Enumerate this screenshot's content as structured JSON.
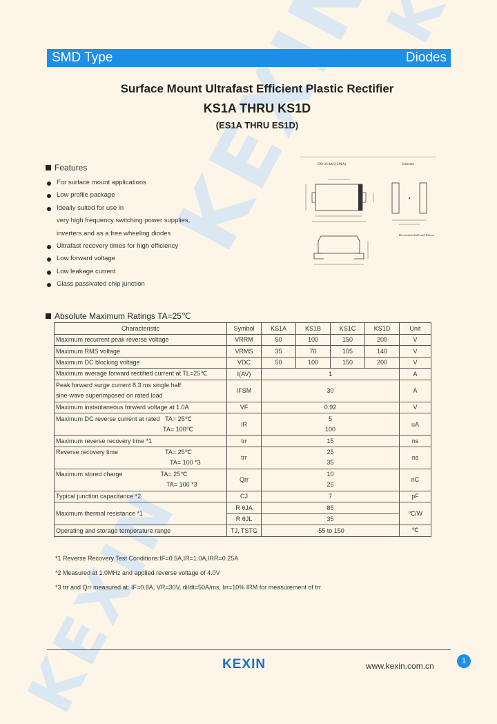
{
  "watermark": "KEXIN",
  "header": {
    "left": "SMD Type",
    "right": "Diodes"
  },
  "title": {
    "line1": "Surface Mount Ultrafast Efficient Plastic Rectifier",
    "line2": "KS1A THRU KS1D",
    "line3": "(ES1A THRU ES1D)"
  },
  "features": {
    "heading": "Features",
    "items": [
      {
        "text": "For surface mount applications",
        "bullet": true
      },
      {
        "text": "Low profile package",
        "bullet": true
      },
      {
        "text": "Ideally suited for use in",
        "bullet": true
      },
      {
        "text": "very high frequency switching power supplies,",
        "bullet": false
      },
      {
        "text": "inverters and as a free wheeling diodes",
        "bullet": false
      },
      {
        "text": "Ultrafast recovery times for high efficiency",
        "bullet": true
      },
      {
        "text": "Low forward voltage",
        "bullet": true
      },
      {
        "text": "Low leakage current",
        "bullet": true
      },
      {
        "text": "Glass passivated chip junction",
        "bullet": true
      }
    ]
  },
  "package": {
    "label": "DO-214AC(SMA)",
    "label2": "Unit:mm",
    "pad_label": "Recommended Land Pattern"
  },
  "ratings": {
    "heading": "Absolute Maximum Ratings TA=25",
    "header": {
      "characteristic": "Characteristic",
      "symbol": "Symbol",
      "c1": "KS1A",
      "c2": "KS1B",
      "c3": "KS1C",
      "c4": "KS1D",
      "unit": "Unit"
    },
    "r1": {
      "ch": "Maximum recurrent peak reverse voltage",
      "sym": "VRRM",
      "v1": "50",
      "v2": "100",
      "v3": "150",
      "v4": "200",
      "unit": "V"
    },
    "r2": {
      "ch": "Maximum RMS voltage",
      "sym": "VRMS",
      "v1": "35",
      "v2": "70",
      "v3": "105",
      "v4": "140",
      "unit": "V"
    },
    "r3": {
      "ch": "Maximum DC blocking voltage",
      "sym": "VDC",
      "v1": "50",
      "v2": "100",
      "v3": "150",
      "v4": "200",
      "unit": "V"
    },
    "r4": {
      "ch": "Maximum average forward rectified current at TL=25",
      "sym": "I(AV)",
      "val": "1",
      "unit": "A"
    },
    "r5": {
      "ch1": "Peak forward surge current 8.3 ms single half",
      "ch2": "sine-wave superimposed on rated load",
      "sym": "IFSM",
      "val": "30",
      "unit": "A"
    },
    "r6": {
      "ch": "Maximum instantaneous forward voltage at 1.0A",
      "sym": "VF",
      "val": "0.92",
      "unit": "V"
    },
    "r7": {
      "ch1": "Maximum DC reverse current at rated",
      "ch1b": "TA= 25",
      "ch2": "TA= 100",
      "sym": "IR",
      "val1": "5",
      "val2": "100",
      "unit": "uA"
    },
    "r8": {
      "ch": "Maximum reverse recovery time *1",
      "sym": "trr",
      "val": "15",
      "unit": "ns"
    },
    "r9": {
      "ch1": "Reverse recovery time",
      "ch1b": "TA= 25",
      "ch2": "TA= 100 *3",
      "sym": "trr",
      "val1": "25",
      "val2": "35",
      "unit": "ns"
    },
    "r10": {
      "ch1": "Maximum stored charge",
      "ch1b": "TA= 25",
      "ch2": "TA= 100 *3",
      "sym": "Qrr",
      "val1": "10",
      "val2": "25",
      "unit": "nC"
    },
    "r11": {
      "ch": "Typical junction capacitance *2",
      "sym": "CJ",
      "val": "7",
      "unit": "pF"
    },
    "r12": {
      "ch": "Maximum thermal resistance *1",
      "sym1": "R θJA",
      "sym2": "R θJL",
      "val1": "85",
      "val2": "35",
      "unit": "/W"
    },
    "r13": {
      "ch": "Operating and storage temperature range",
      "sym": "TJ, TSTG",
      "val": "-55 to 150",
      "unit": ""
    }
  },
  "notes": [
    "*1 Reverse Recovery Test Conditions:IF=0.5A,IR=1.0A,IRR=0.25A",
    "*2 Measured at 1.0MHz and applied reverse voltage of 4.0V",
    "*3 trr and Qrr measured at: IF=0.8A, VR=30V, di/dt=50A/ms, Irr=10% IRM for measurement of trr"
  ],
  "footer": {
    "logo": "KEXIN",
    "url": "www.kexin.com.cn",
    "page": "1"
  }
}
